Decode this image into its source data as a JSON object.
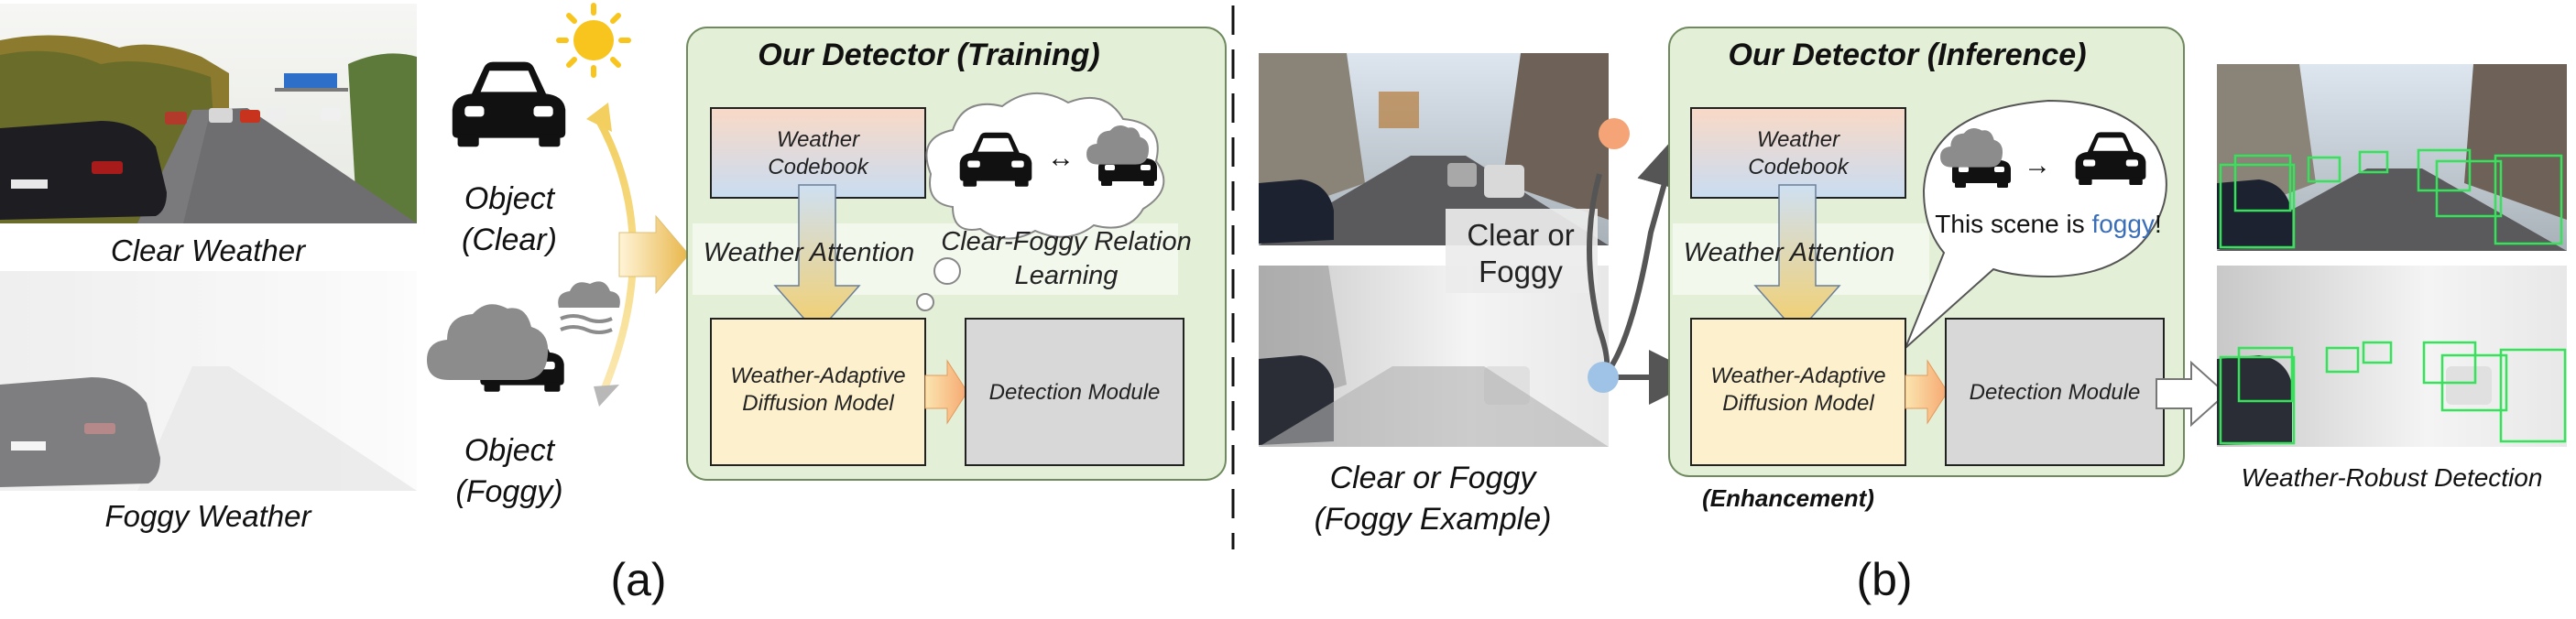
{
  "panel_a": {
    "clear_caption": "Clear Weather",
    "foggy_caption": "Foggy Weather",
    "object_clear_line1": "Object",
    "object_clear_line2": "(Clear)",
    "object_foggy_line1": "Object",
    "object_foggy_line2": "(Foggy)",
    "title": "Our Detector (Training)",
    "codebook_line1": "Weather",
    "codebook_line2": "Codebook",
    "attention": "Weather Attention",
    "relation_line1": "Clear-Foggy Relation",
    "relation_line2": "Learning",
    "relation_arrow": "↔",
    "diffusion_line1": "Weather-Adaptive",
    "diffusion_line2": "Diffusion Model",
    "detection": "Detection Module",
    "label": "(a)"
  },
  "panel_b": {
    "input_overlay_line1": "Clear or",
    "input_overlay_line2": "Foggy",
    "input_caption_line1": "Clear or Foggy",
    "input_caption_line2": "(Foggy Example)",
    "title": "Our Detector (Inference)",
    "codebook_line1": "Weather",
    "codebook_line2": "Codebook",
    "attention": "Weather Attention",
    "diffusion_line1": "Weather-Adaptive",
    "diffusion_line2": "Diffusion Model",
    "detection": "Detection Module",
    "speech_arrow": "→",
    "speech_prefix": "This scene is ",
    "speech_highlight": "foggy",
    "speech_suffix": "!",
    "enhancement": "(Enhancement)",
    "output_caption": "Weather-Robust Detection",
    "label": "(b)"
  },
  "colors": {
    "panel_fill": "#e3efd6",
    "panel_stroke": "#6f8a5f",
    "codebook_top": "#f9d9c6",
    "codebook_bottom": "#c9dcf1",
    "diffusion_fill": "#fdf0cc",
    "detection_fill": "#d8d8d8",
    "arrow_gold": "#f3cf6c",
    "arrow_orange": "#f6a870",
    "dot_orange": "#f4a476",
    "dot_blue": "#9ec3e6",
    "foggy_text": "#3a6fb7"
  },
  "icons": [
    "car-clear-icon",
    "car-foggy-icon",
    "sun-icon",
    "fog-cloud-icon"
  ]
}
